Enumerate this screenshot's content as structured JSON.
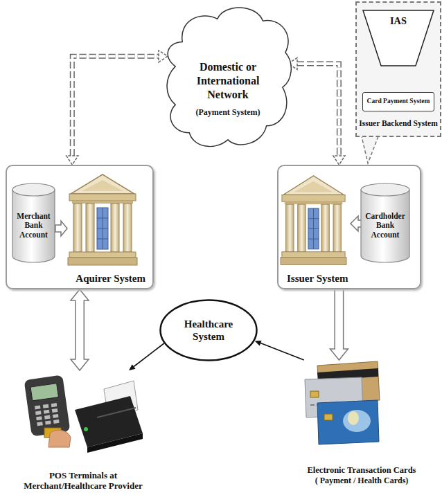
{
  "diagram": {
    "nodes": [
      {
        "text": [
          "Domestic or International Network",
          "(Payment System)"
        ]
      },
      {
        "text": [
          "Issuer Backend System"
        ]
      },
      {
        "text": [
          "IAS"
        ],
        "in": 1
      },
      {
        "text": [
          "Card Payment System"
        ],
        "in": 1
      },
      {
        "text": [
          "Aquirer System"
        ]
      },
      {
        "text": [
          "Merchant Bank Account"
        ],
        "in": 4
      },
      {
        "text": [
          "Issuer System"
        ]
      },
      {
        "text": [
          "Cardholder Bank Account"
        ],
        "in": 6
      },
      {
        "text": [
          "Healthcare System"
        ]
      },
      {
        "text": [
          "POS Terminals at Merchant/Healthcare Provider"
        ]
      },
      {
        "text": [
          "Electronic Transaction Cards",
          "( Payment / Health Cards)"
        ]
      }
    ],
    "edges": [
      {
        "from": 4,
        "to": 0,
        "arrow": "both"
      },
      {
        "from": 0,
        "to": 6,
        "arrow": "both"
      },
      {
        "from": 2,
        "to": 3,
        "arrow": "both"
      },
      {
        "from": 4,
        "to": 9,
        "arrow": "both"
      },
      {
        "from": 6,
        "to": 10,
        "arrow": "to"
      },
      {
        "from": 8,
        "to": 9,
        "arrow": "to"
      },
      {
        "from": 10,
        "to": 8,
        "arrow": "to"
      }
    ]
  }
}
